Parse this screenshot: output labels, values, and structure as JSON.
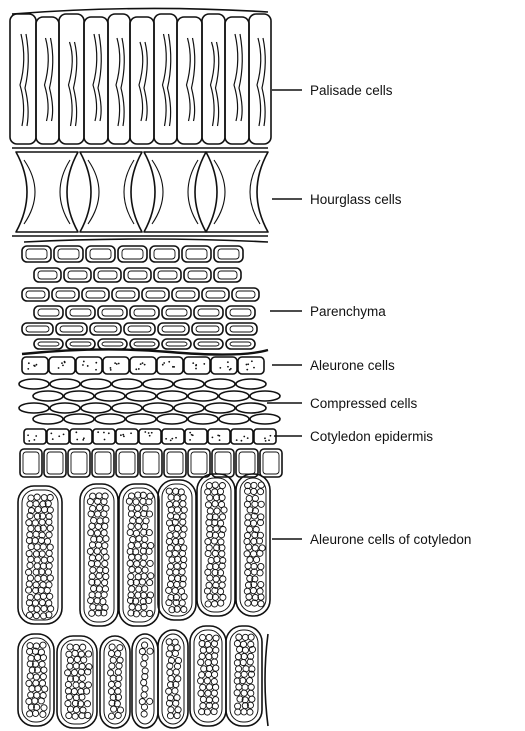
{
  "labels": {
    "palisade": "Palisade cells",
    "hourglass": "Hourglass cells",
    "parenchyma": "Parenchyma",
    "aleurone": "Aleurone cells",
    "compressed": "Compressed cells",
    "cotyledon_epidermis": "Cotyledon epidermis",
    "aleurone_cotyledon": "Aleurone cells of cotyledon"
  }
}
